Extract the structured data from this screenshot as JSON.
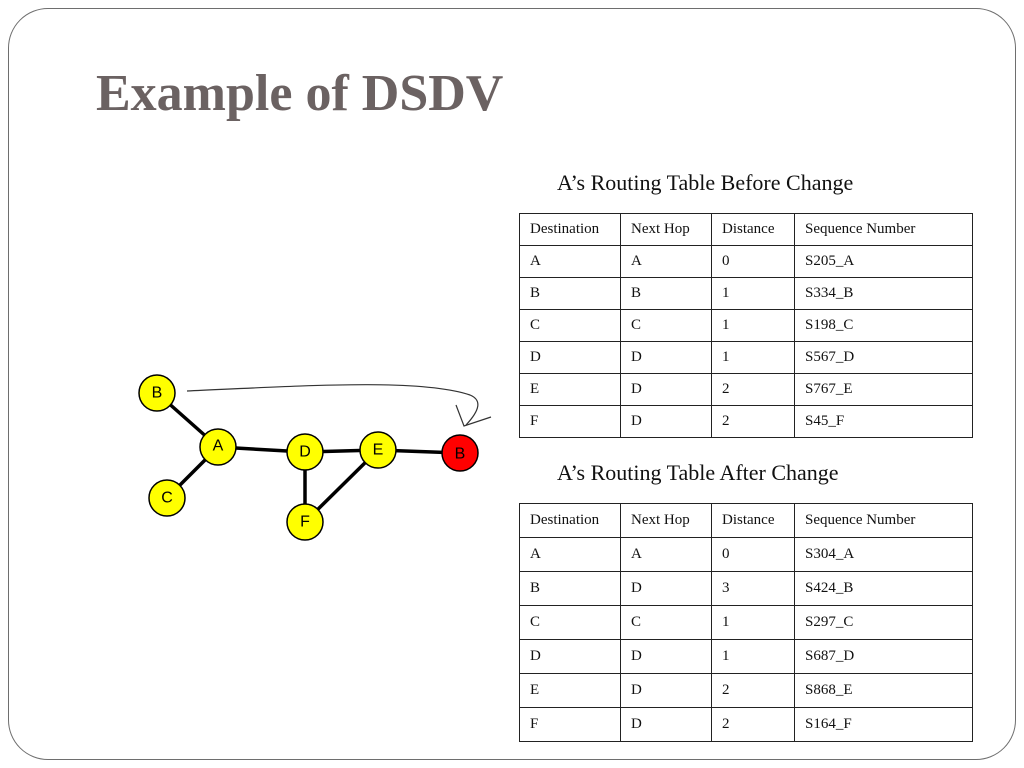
{
  "slide": {
    "title": "Example of DSDV"
  },
  "graph": {
    "nodes": [
      {
        "id": "B",
        "label": "B",
        "color": "#ffff00"
      },
      {
        "id": "A",
        "label": "A",
        "color": "#ffff00"
      },
      {
        "id": "C",
        "label": "C",
        "color": "#ffff00"
      },
      {
        "id": "D",
        "label": "D",
        "color": "#ffff00"
      },
      {
        "id": "E",
        "label": "E",
        "color": "#ffff00"
      },
      {
        "id": "F",
        "label": "F",
        "color": "#ffff00"
      },
      {
        "id": "B_new",
        "label": "B",
        "color": "#ff0000"
      }
    ],
    "edges": [
      [
        "B",
        "A"
      ],
      [
        "A",
        "C"
      ],
      [
        "A",
        "D"
      ],
      [
        "D",
        "E"
      ],
      [
        "E",
        "B_new"
      ],
      [
        "D",
        "F"
      ],
      [
        "E",
        "F"
      ]
    ]
  },
  "before": {
    "caption": "A’s Routing Table Before Change",
    "headers": [
      "Destination",
      "Next Hop",
      "Distance",
      "Sequence Number"
    ],
    "rows": [
      [
        "A",
        "A",
        "0",
        "S205_A"
      ],
      [
        "B",
        "B",
        "1",
        "S334_B"
      ],
      [
        "C",
        "C",
        "1",
        "S198_C"
      ],
      [
        "D",
        "D",
        "1",
        "S567_D"
      ],
      [
        "E",
        "D",
        "2",
        "S767_E"
      ],
      [
        "F",
        "D",
        "2",
        "S45_F"
      ]
    ]
  },
  "after": {
    "caption": "A’s Routing Table After Change",
    "headers": [
      "Destination",
      "Next Hop",
      "Distance",
      "Sequence Number"
    ],
    "rows": [
      [
        "A",
        "A",
        "0",
        "S304_A"
      ],
      [
        "B",
        "D",
        "3",
        "S424_B"
      ],
      [
        "C",
        "C",
        "1",
        "S297_C"
      ],
      [
        "D",
        "D",
        "1",
        "S687_D"
      ],
      [
        "E",
        "D",
        "2",
        "S868_E"
      ],
      [
        "F",
        "D",
        "2",
        "S164_F"
      ]
    ]
  }
}
